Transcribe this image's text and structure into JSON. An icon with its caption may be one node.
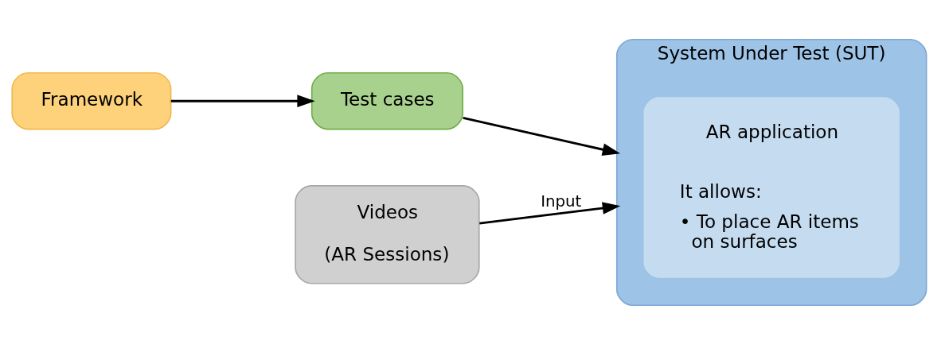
{
  "diagram": {
    "nodes": [
      {
        "text": [
          "Framework"
        ]
      },
      {
        "text": [
          "Test cases"
        ]
      },
      {
        "text": [
          "Videos",
          "(AR Sessions)"
        ]
      },
      {
        "text": [
          "System Under Test (SUT)"
        ]
      },
      {
        "text": [
          "AR application",
          "It allows:",
          "• To place AR items on surfaces"
        ],
        "in": 3
      }
    ],
    "edges": [
      {
        "from": 0,
        "to": 1,
        "arrow": "to"
      },
      {
        "from": 1,
        "to": 3,
        "arrow": "to"
      },
      {
        "from": 2,
        "to": 3,
        "arrow": "to",
        "label": "Input"
      }
    ]
  }
}
